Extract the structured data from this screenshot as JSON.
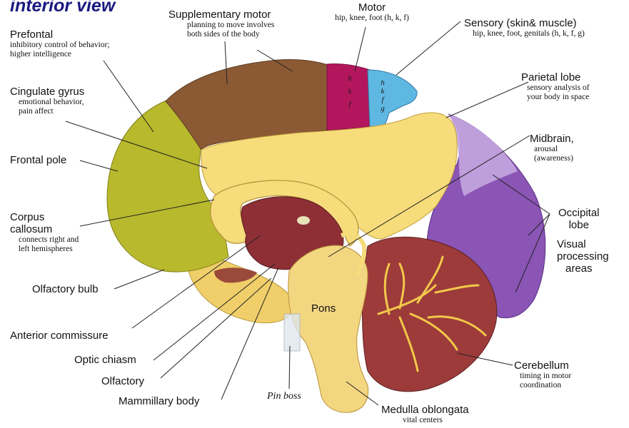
{
  "title": "interior view",
  "labels": {
    "prefrontal": {
      "main": "Prefontal",
      "sub1": "inhibitory control of behavior;",
      "sub2": "higher intelligence"
    },
    "cingulate": {
      "main": "Cingulate gyrus",
      "sub1": "emotional behavior,",
      "sub2": "pain affect"
    },
    "frontal_pole": {
      "main": "Frontal pole"
    },
    "corpus": {
      "main1": "Corpus",
      "main2": "callosum",
      "sub1": "connects right and",
      "sub2": "left hemispheres"
    },
    "olfactory_bulb": {
      "main": "Olfactory bulb"
    },
    "anterior_commissure": {
      "main": "Anterior commissure"
    },
    "optic_chiasm": {
      "main": "Optic chiasm"
    },
    "olfactory": {
      "main": "Olfactory"
    },
    "mammillary": {
      "main": "Mammillary body"
    },
    "pin_boss": {
      "main": "Pin boss"
    },
    "medulla": {
      "main": "Medulla oblongata",
      "sub": "vital centers"
    },
    "cerebellum": {
      "main": "Cerebellum",
      "sub1": "timing in motor",
      "sub2": "coordination"
    },
    "visual": {
      "main1": "Visual",
      "main2": "processing",
      "main3": "areas"
    },
    "occipital": {
      "main1": "Occipital",
      "main2": "lobe"
    },
    "midbrain": {
      "main": "Midbrain,",
      "sub1": "arousal",
      "sub2": "(awareness)"
    },
    "parietal": {
      "main": "Parietal lobe",
      "sub1": "sensory analysis of",
      "sub2": "your body in space"
    },
    "sensory": {
      "main": "Sensory (skin& muscle)",
      "sub": "hip, knee, foot, genitals (h, k, f, g)"
    },
    "motor": {
      "main": "Motor",
      "sub": "hip, knee, foot (h, k, f)"
    },
    "supplementary": {
      "main": "Supplementary motor",
      "sub1": "planning to move involves",
      "sub2": "both sides of the body"
    },
    "pons": "Pons"
  },
  "region_letters": {
    "motor": [
      "h",
      "k",
      "f"
    ],
    "sensory": [
      "h",
      "k",
      "f",
      "g"
    ]
  },
  "colors": {
    "prefrontal": "#b8b92c",
    "supplementary": "#8b5a35",
    "motor": "#b3165c",
    "sensory": "#5fb8e2",
    "parietal": "#f6dc7a",
    "occipital": "#8a55b5",
    "cerebellum": "#9c3b3a",
    "brainstem": "#f3d680",
    "diencephalon": "#8e2f36"
  }
}
